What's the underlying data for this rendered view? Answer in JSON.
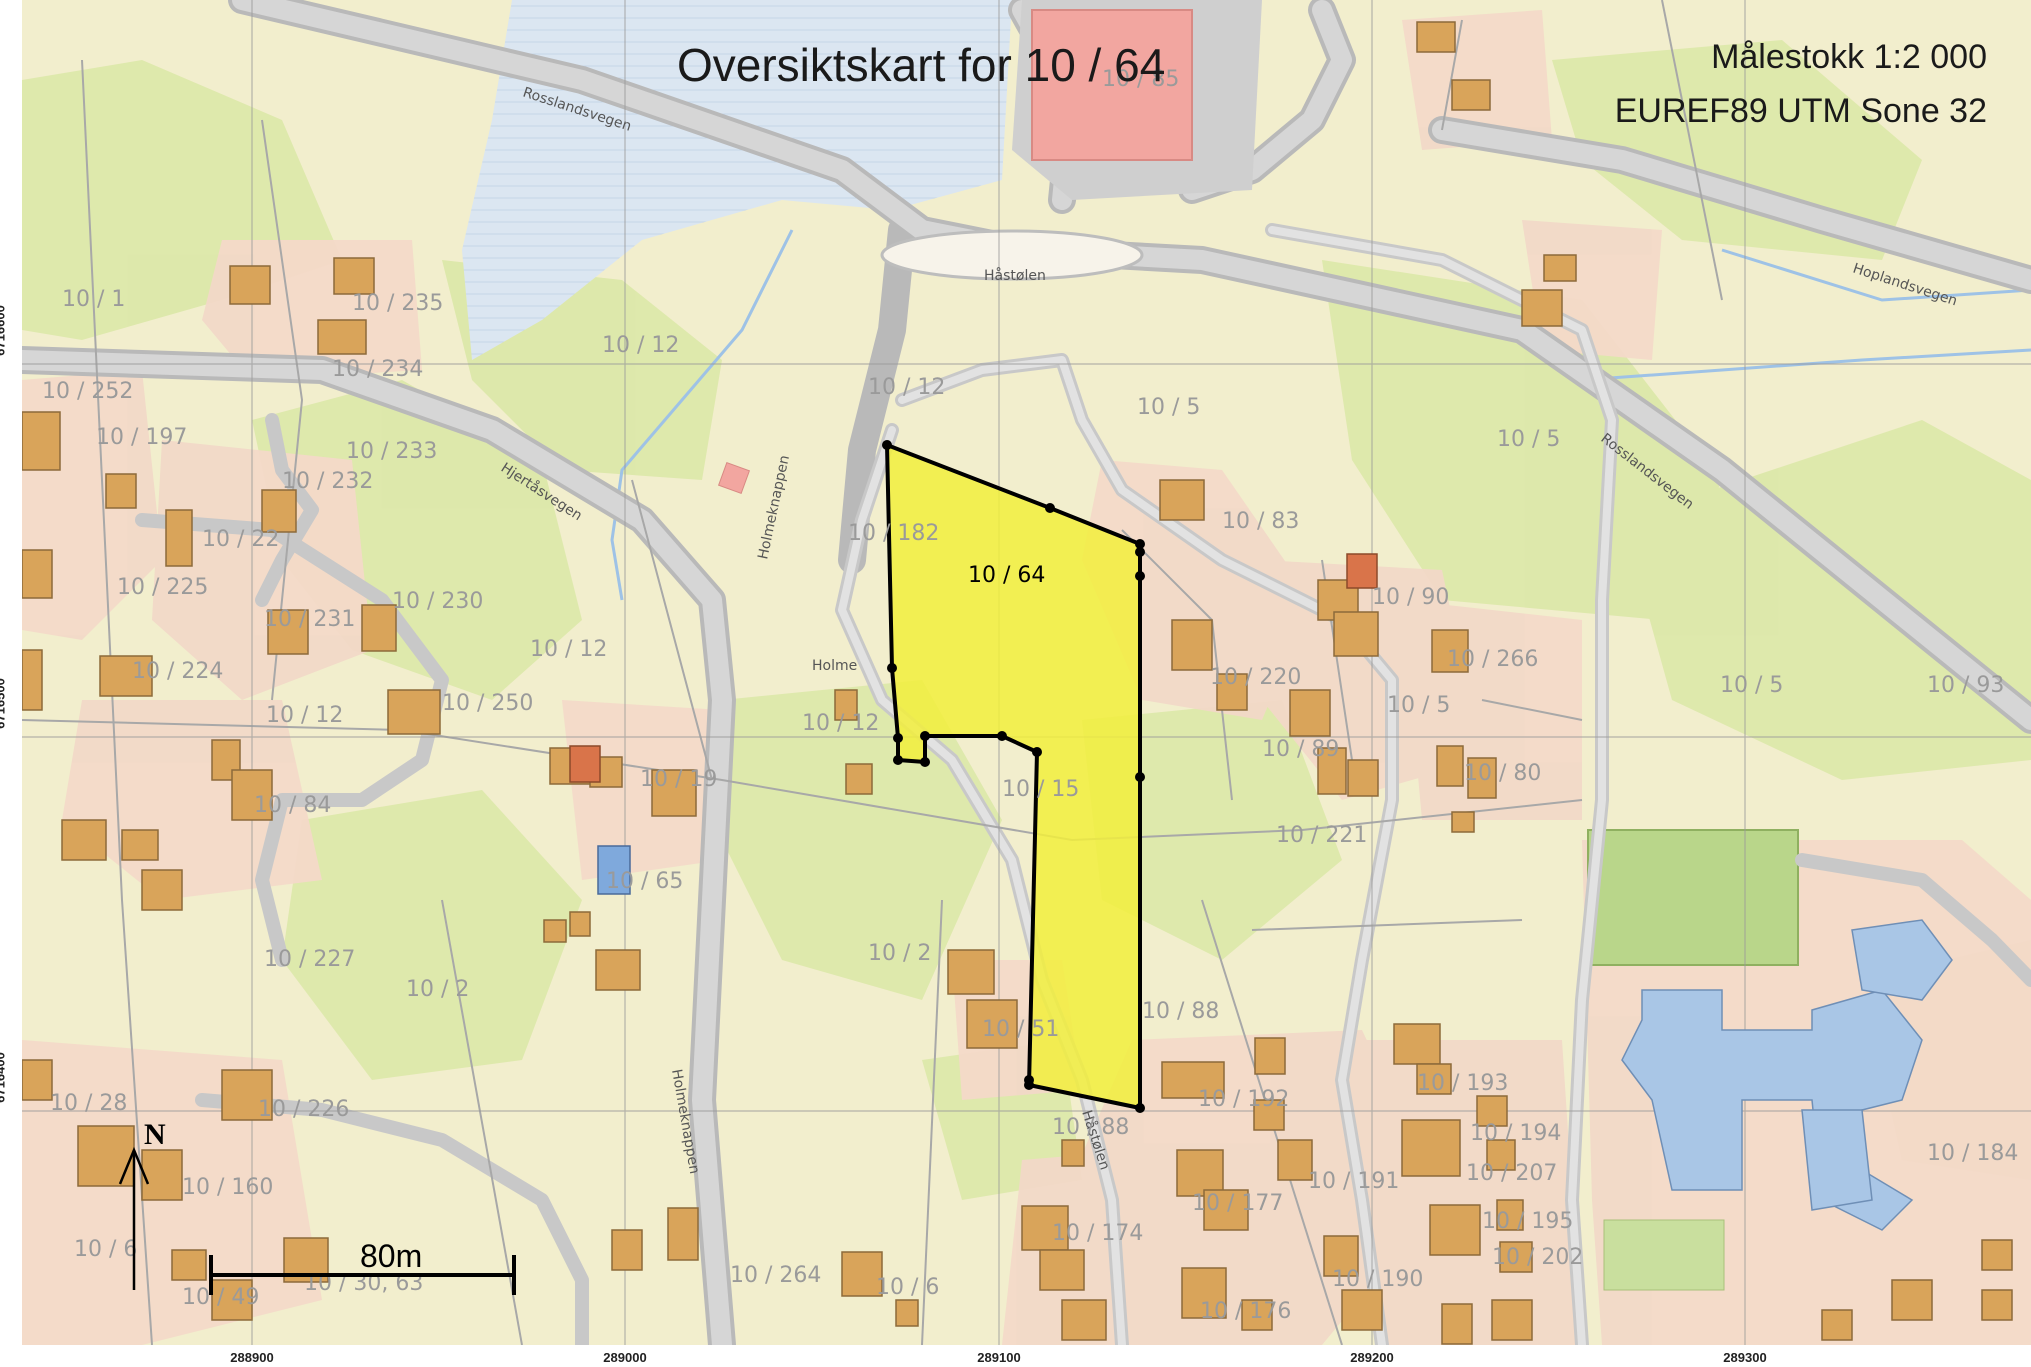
{
  "title": "Oversiktskart for 10 / 64",
  "scale": "Målestokk 1:2 000",
  "crs": "EUREF89 UTM Sone 32",
  "north_label": "N",
  "scale_bar_label": "80m",
  "parcel_label": "10 / 64",
  "colors": {
    "land": "#f2eecd",
    "vegetation": "#dbe8a8",
    "residential": "#f3d9c8",
    "water": "#dbe6f1",
    "road": "#c9c9c9",
    "building": "#d9a45a",
    "public_building": "#a9c6e6",
    "selected_parcel": "#f2ee3c",
    "sports_field": "#b9d68a",
    "grid": "#9a9a9a"
  },
  "grid": {
    "eastings": [
      "288900",
      "289000",
      "289100",
      "289200",
      "289300"
    ],
    "northings": [
      "6716600",
      "6716500",
      "6716400"
    ]
  },
  "roads": [
    "Rosslandsvegen",
    "Håstølen",
    "Hoplandsvegen",
    "Hjertåsvegen",
    "Holmeknappen",
    "Holmeknappen",
    "Rosslandsvegen",
    "Håstølen"
  ],
  "place_names": [
    "Holme"
  ],
  "parcels": [
    "10 / 85",
    "10 / 1",
    "10 / 235",
    "10 / 234",
    "10 / 12",
    "10 / 252",
    "10 / 197",
    "10 / 233",
    "10 / 12",
    "10 / 5",
    "10 / 5",
    "10 / 232",
    "10 / 22",
    "10 / 182",
    "10 / 83",
    "10 / 225",
    "10 / 231",
    "10 / 230",
    "10 / 90",
    "10 / 224",
    "10 / 12",
    "10 / 220",
    "10 / 266",
    "10 / 12",
    "10 / 250",
    "10 / 12",
    "10 / 5",
    "10 / 5",
    "10 / 93",
    "10 / 19",
    "10 / 15",
    "10 / 89",
    "10 / 80",
    "10 / 84",
    "10 / 221",
    "10 / 65",
    "10 / 227",
    "10 / 2",
    "10 / 2",
    "10 / 88",
    "10 / 51",
    "10 / 193",
    "10 / 28",
    "10 / 226",
    "10 / 192",
    "10 / 88",
    "10 / 194",
    "10 / 184",
    "10 / 160",
    "10 / 191",
    "10 / 207",
    "10 / 177",
    "10 / 195",
    "10 / 6",
    "10 / 174",
    "10 / 202",
    "10 / 49",
    "10 / 30, 63",
    "10 / 264",
    "10 / 6",
    "10 / 190",
    "10 / 176"
  ]
}
